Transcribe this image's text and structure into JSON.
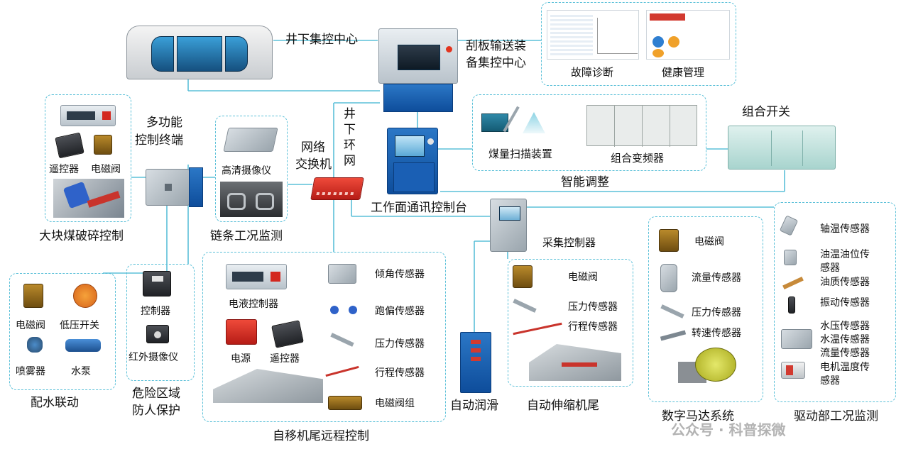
{
  "labels": {
    "underground_center": "井下集控中心",
    "scraper_center_l1": "刮板输送装",
    "scraper_center_l2": "备集控中心",
    "fault_diagnosis": "故障诊断",
    "health_mgmt": "健康管理",
    "multi_terminal_l1": "多功能",
    "multi_terminal_l2": "控制终端",
    "remote": "遥控器",
    "solenoid": "电磁阀",
    "coal_breaking": "大块煤破碎控制",
    "hd_camera": "高清摄像仪",
    "chain_monitor": "链条工况监测",
    "network_switch_l1": "网络",
    "network_switch_l2": "交换机",
    "ring_net": "井下环网",
    "coal_scan": "煤量扫描装置",
    "inverter": "组合变频器",
    "smart_adjust": "智能调整",
    "combo_switch": "组合开关",
    "face_console": "工作面通讯控制台",
    "water_solenoid": "电磁阀",
    "low_pressure_switch": "低压开关",
    "sprayer": "喷雾器",
    "pump": "水泵",
    "water_linkage": "配水联动",
    "controller": "控制器",
    "ir_camera": "红外摄像仪",
    "danger_l1": "危险区域",
    "danger_l2": "防人保护",
    "eh_controller": "电液控制器",
    "tilt_sensor": "倾角传感器",
    "deviation_sensor": "跑偏传感器",
    "pressure_sensor": "压力传感器",
    "stroke_sensor": "行程传感器",
    "power": "电源",
    "remote2": "遥控器",
    "solenoid_group": "电磁阀组",
    "tail_remote": "自移机尾远程控制",
    "auto_lube": "自动润滑",
    "collector": "采集控制器",
    "tail_solenoid": "电磁阀",
    "tail_pressure": "压力传感器",
    "tail_stroke": "行程传感器",
    "auto_tail": "自动伸缩机尾",
    "m_solenoid": "电磁阀",
    "m_flow": "流量传感器",
    "m_pressure": "压力传感器",
    "m_speed": "转速传感器",
    "digital_motor": "数字马达系统",
    "axle_temp": "轴温传感器",
    "oil_temp_l1": "油温油位传",
    "oil_temp_l2": "感器",
    "oil_quality": "油质传感器",
    "vibration": "振动传感器",
    "water_pressure": "水压传感器",
    "water_temp": "水温传感器",
    "flow2": "流量传感器",
    "motor_temp_l1": "电机温度传",
    "motor_temp_l2": "感器",
    "drive_monitor": "驱动部工况监测"
  },
  "watermark": {
    "text": "公众号 · 科普探微"
  },
  "colors": {
    "link_line": "#5bc0d8",
    "dash_border": "#5bc0d8",
    "device_blue": "#0e4d9b",
    "device_red": "#d3281f"
  }
}
